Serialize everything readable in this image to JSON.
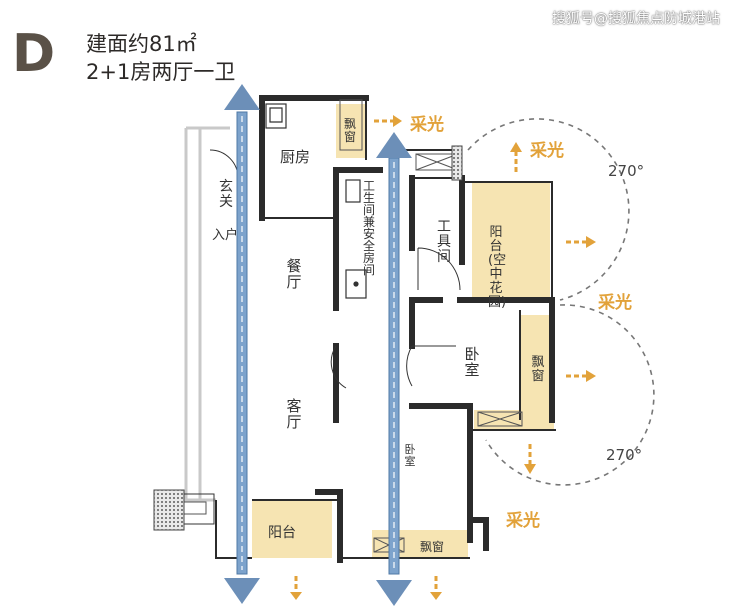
{
  "header": {
    "unit_letter": "D",
    "area_label": "建面约81㎡",
    "layout_label": "2+1房两厅一卫"
  },
  "watermark": "搜狐号@搜狐焦点防城港站",
  "rooms": {
    "kitchen": "厨房",
    "bay_window_top": "飘窗",
    "entry": "玄关",
    "entrance": "入户",
    "bathroom": "工生间兼安全房间",
    "tool_room": "工具间",
    "balcony_sky_garden": "阳台(空中花园)",
    "dining": "餐厅",
    "living": "客厅",
    "bedroom": "卧室",
    "bay_window_bedroom": "飘窗",
    "small_room": "卧室",
    "balcony_bottom": "阳台",
    "bay_window_bottom": "飘窗"
  },
  "annotations": {
    "light_top": "采光",
    "light_right_top": "采光",
    "light_right_mid": "采光",
    "light_bottom": "采光",
    "angle_top": "270°",
    "angle_bottom": "270°"
  },
  "colors": {
    "wall": "#2b2b2b",
    "wall_light": "#cfcfcf",
    "balcony_fill": "#f5e3b0",
    "accent_orange": "#e2a23a",
    "ventilation_arrow": "#6c8fb8",
    "header_text": "#2d2a28"
  }
}
